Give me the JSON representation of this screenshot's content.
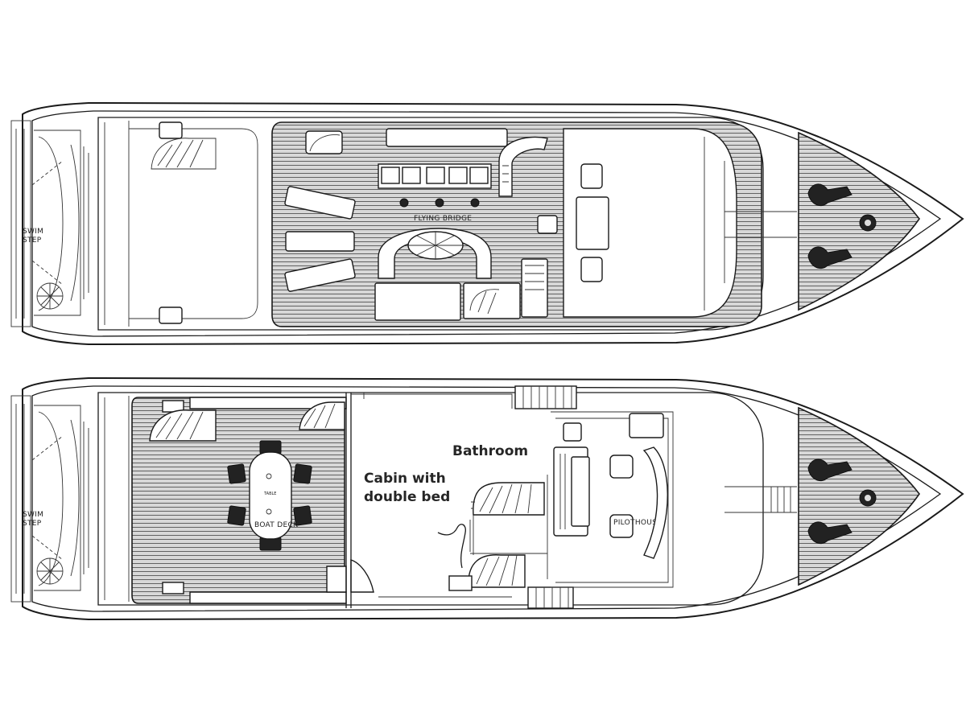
{
  "upper_deck": {
    "area_label": "FLYING BRIDGE",
    "swim_step_line1": "SWIM",
    "swim_step_line2": "STEP"
  },
  "main_deck": {
    "area_label_boat_deck": "BOAT DECK",
    "area_label_pilothouse": "PILOTHOUSE",
    "table_label": "TABLE",
    "swim_step_line1": "SWIM",
    "swim_step_line2": "STEP",
    "callouts": {
      "bathroom": "Bathroom",
      "cabin_line1": "Cabin with",
      "cabin_line2": "double bed"
    }
  }
}
